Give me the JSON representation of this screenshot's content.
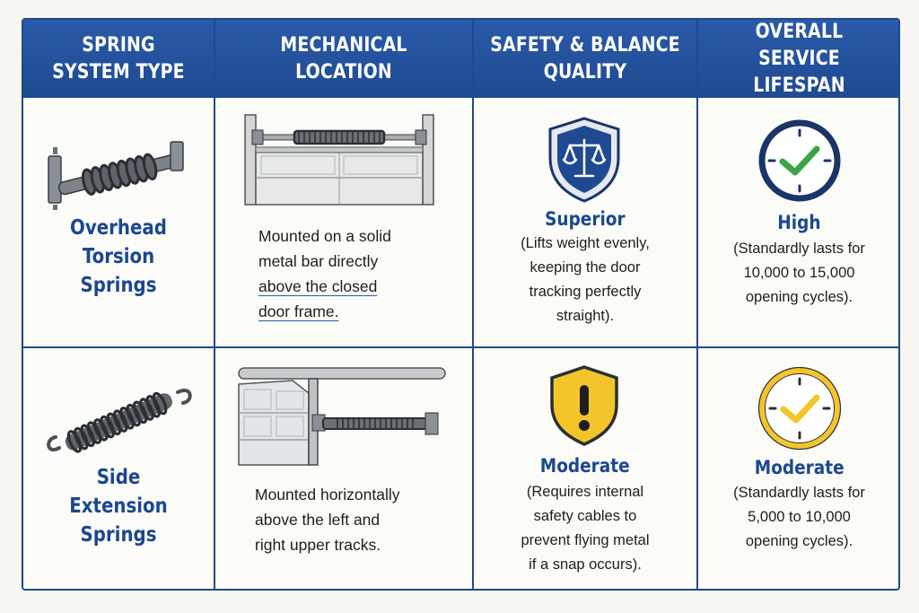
{
  "headers": [
    "SPRING SYSTEM TYPE",
    "MECHANICAL LOCATION",
    "SAFETY & BALANCE QUALITY",
    "OVERALL SERVICE LIFESPAN"
  ],
  "rows": [
    {
      "type_lines": [
        "Overhead",
        "Torsion",
        "Springs"
      ],
      "location_lines": [
        "Mounted on a solid",
        "metal bar directly",
        "above the closed",
        "door frame."
      ],
      "safety_icon": "scales-of-justice-shield-icon",
      "safety_rating": "Superior",
      "safety_lines": [
        "(Lifts weight evenly,",
        "keeping the door",
        "tracking perfectly",
        "straight)."
      ],
      "lifespan_icon": "green-check-clock-icon",
      "lifespan_rating": "High",
      "lifespan_lines": [
        "(Standardly lasts for",
        "10,000 to 15,000",
        "opening cycles)."
      ]
    },
    {
      "type_lines": [
        "Side",
        "Extension",
        "Springs"
      ],
      "location_lines": [
        "Mounted horizontally",
        "above the left and",
        "right upper tracks."
      ],
      "safety_icon": "exclamation-warning-shield-icon",
      "safety_rating": "Moderate",
      "safety_lines": [
        "(Requires internal",
        "safety cables to",
        "prevent flying metal",
        "if a snap occurs)."
      ],
      "lifespan_icon": "yellow-check-clock-icon",
      "lifespan_rating": "Moderate",
      "lifespan_lines": [
        "(Standardly lasts for",
        "5,000 to 10,000",
        "opening cycles)."
      ]
    }
  ],
  "colors": {
    "header_blue": "#1f4a92",
    "label_blue": "#1c4790",
    "check_green": "#3aa544",
    "warning_yellow": "#f3c52a",
    "clock_navy": "#1a3566"
  }
}
